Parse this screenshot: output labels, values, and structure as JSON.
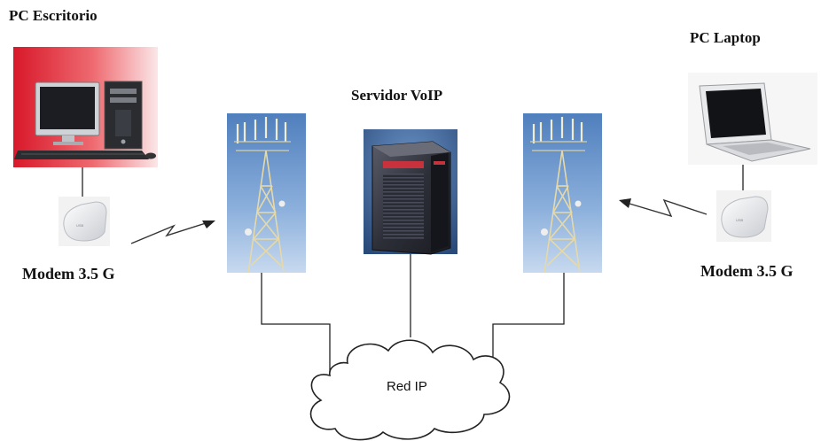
{
  "labels": {
    "pc_desktop": "PC Escritorio",
    "pc_laptop": "PC Laptop",
    "server": "Servidor VoIP",
    "modem_left": "Modem 3.5 G",
    "modem_right": "Modem 3.5 G",
    "cloud": "Red IP"
  },
  "modem_text": "USB",
  "colors": {
    "desktop_bg": "#d8182a",
    "tower_sky": "#6f97cc",
    "server_body": "#3a3a44",
    "server_accent": "#c8323c",
    "wire": "#222222"
  }
}
